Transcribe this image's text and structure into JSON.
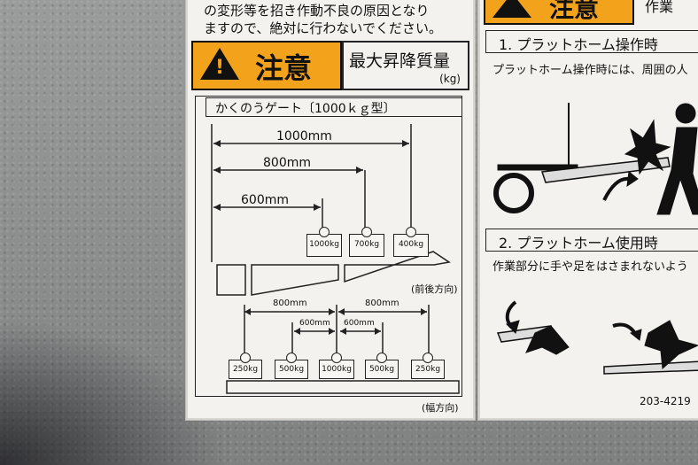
{
  "left_panel": {
    "top_text_line1": "の変形等を招き作動不良の原因となり",
    "top_text_line2": "ますので、絶対に行わないでください。",
    "caution_label": "注意",
    "max_load_title": "最大昇降質量",
    "max_load_unit": "(kg)",
    "gate_type": "かくのうゲート〔1000ｋｇ型〕",
    "dimensions": {
      "d1000": "1000mm",
      "d800": "800mm",
      "d600": "600mm"
    },
    "weights_lengthwise": [
      "1000kg",
      "700kg",
      "400kg"
    ],
    "lengthwise_caption": "(前後方向)",
    "width_dims": {
      "a800": "800mm",
      "a600": "600mm",
      "b600": "600mm",
      "b800": "800mm"
    },
    "weights_widthwise": [
      "250kg",
      "500kg",
      "1000kg",
      "500kg",
      "250kg"
    ],
    "widthwise_caption": "(幅方向)"
  },
  "right_panel": {
    "caution_label": "注意",
    "header_suffix": "作業",
    "section1_title": "1. プラットホーム操作時",
    "section1_text": "プラットホーム操作時には、周囲の人",
    "section2_title": "2. プラットホーム使用時",
    "section2_text": "作業部分に手や足をはさまれないよう",
    "part_number": "203-4219"
  },
  "colors": {
    "caution_orange": "#f3a31b",
    "label_bg": "#f3f2ee",
    "ink": "#111111",
    "wall": "#8e8f8f"
  }
}
